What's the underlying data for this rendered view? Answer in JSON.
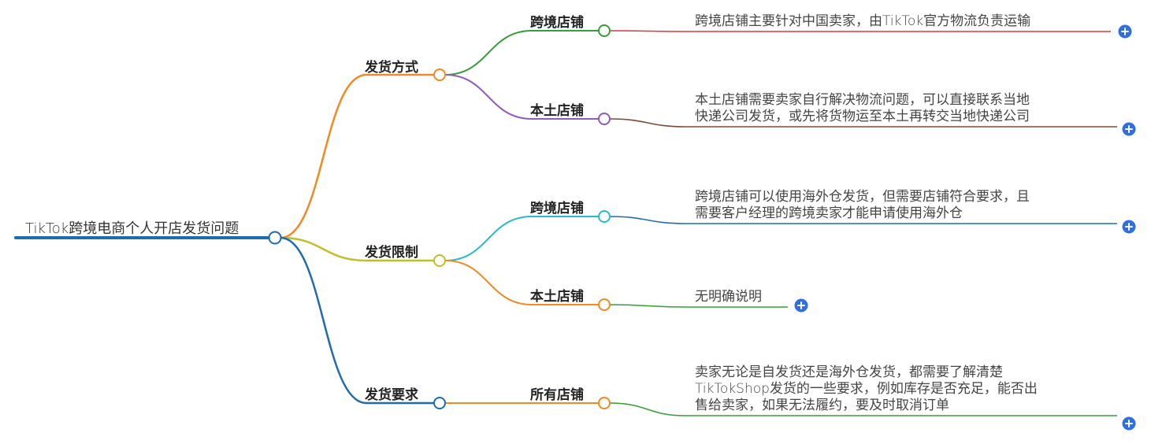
{
  "root": {
    "label": "TikTok跨境电商个人开店发货问题",
    "color": "#1f6bb0"
  },
  "branches": [
    {
      "label": "发货方式",
      "color": "#f08a24",
      "children": [
        {
          "label": "跨境店铺",
          "color": "#3a9b3a",
          "note_color": "#d63a3a",
          "note": [
            "跨境店铺主要针对中国卖家，由TikTok官方物流负责运输"
          ]
        },
        {
          "label": "本土店铺",
          "color": "#9259b8",
          "note_color": "#7a4a38",
          "note": [
            "本土店铺需要卖家自行解决物流问题，可以直接联系当地",
            "快递公司发货，或先将货物运至本土再转交当地快递公司"
          ]
        }
      ]
    },
    {
      "label": "发货限制",
      "color": "#c2be2a",
      "children": [
        {
          "label": "跨境店铺",
          "color": "#2bb9c6",
          "note_color": "#1f6bb0",
          "note": [
            "跨境店铺可以使用海外仓发货，但需要店铺符合要求，且",
            "需要客户经理的跨境卖家才能申请使用海外仓"
          ]
        },
        {
          "label": "本土店铺",
          "color": "#f08a24",
          "note_color": "#3a9b3a",
          "note": [
            "无明确说明"
          ]
        }
      ]
    },
    {
      "label": "发货要求",
      "color": "#1f6bb0",
      "children": [
        {
          "label": "所有店铺",
          "color": "#f08a24",
          "note_color": "#3a9b3a",
          "note": [
            "卖家无论是自发货还是海外仓发货，都需要了解清楚",
            "TikTokShop发货的一些要求，例如库存是否充足，能否出",
            "售给卖家，如果无法履约，要及时取消订单"
          ]
        }
      ]
    }
  ],
  "expand_icon": "plus-icon",
  "expand_color": "#2f6fe0"
}
